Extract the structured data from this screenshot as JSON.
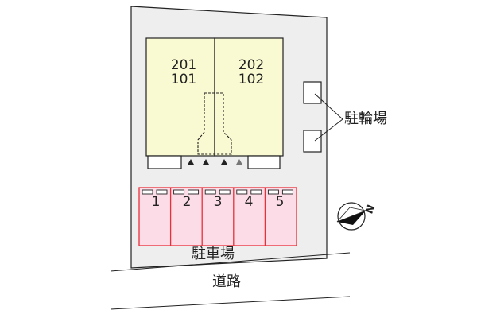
{
  "building": {
    "units": [
      {
        "upper": "201",
        "lower": "101"
      },
      {
        "upper": "202",
        "lower": "102"
      }
    ]
  },
  "parking": {
    "label": "駐車場",
    "spaces": [
      "1",
      "2",
      "3",
      "4",
      "5"
    ]
  },
  "bicycle_parking": {
    "label": "駐輪場"
  },
  "road": {
    "label": "道路"
  },
  "compass": {
    "north": "N",
    "icon": "compass-icon"
  },
  "colors": {
    "lot": "#eeeeee",
    "building": "#fafad2",
    "parking_fill": "#fcdce6",
    "parking_border": "#e8303a",
    "outline": "#222222"
  }
}
